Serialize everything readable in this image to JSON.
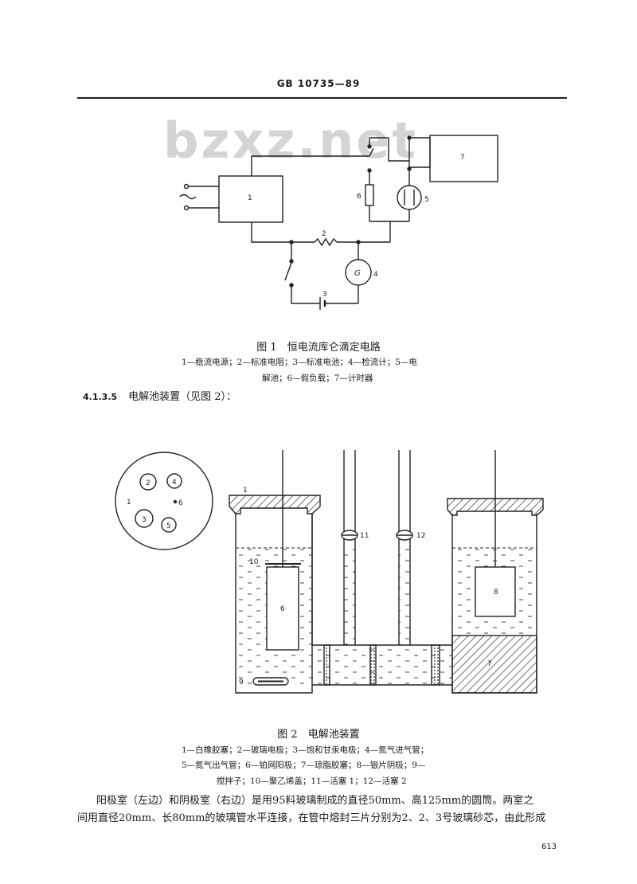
{
  "header": {
    "standard": "GB 10735—89"
  },
  "watermark": "bzxz.net",
  "figure1": {
    "caption": "图 1　恒电流库仑滴定电路",
    "legend_line1": "1—稳流电源；2—标准电阻；3—标准电池；4—检流计；5—电",
    "legend_line2": "解池；6—假负载；7—计时器",
    "labels": {
      "n1": "1",
      "n2": "2",
      "n3": "3",
      "n4": "4",
      "n5": "5",
      "n6": "6",
      "n7": "7",
      "g": "G"
    }
  },
  "section": {
    "number": "4.1.3.5",
    "title": "电解池装置（见图 2）："
  },
  "figure2": {
    "caption": "图 2　电解池装置",
    "legend_line1": "1—白橡胶塞；2—玻璃电极；3—饱和甘汞电极；4—氮气进气管；",
    "legend_line2": "5—氮气出气管；6—铂网阳极；7—琼脂胶塞；8—银片阴极；9—",
    "legend_line3": "搅拌子；10—聚乙烯盖；11—活塞 1；12—活塞 2",
    "labels": {
      "n1": "1",
      "n2": "2",
      "n3": "3",
      "n4": "4",
      "n5": "5",
      "n6": "6",
      "n7": "7",
      "n8": "8",
      "n9": "9",
      "n10": "10",
      "n11": "11",
      "n12": "12"
    }
  },
  "body": {
    "line1": "阳极室（左边）和阴极室（右边）是用95料玻璃制成的直径50mm、高125mm的圆筒。两室之",
    "line2": "间用直径20mm、长80mm的玻璃管水平连接，在管中熔封三片分别为2、2、3号玻璃砂芯，由此形成"
  },
  "page_number": "613"
}
